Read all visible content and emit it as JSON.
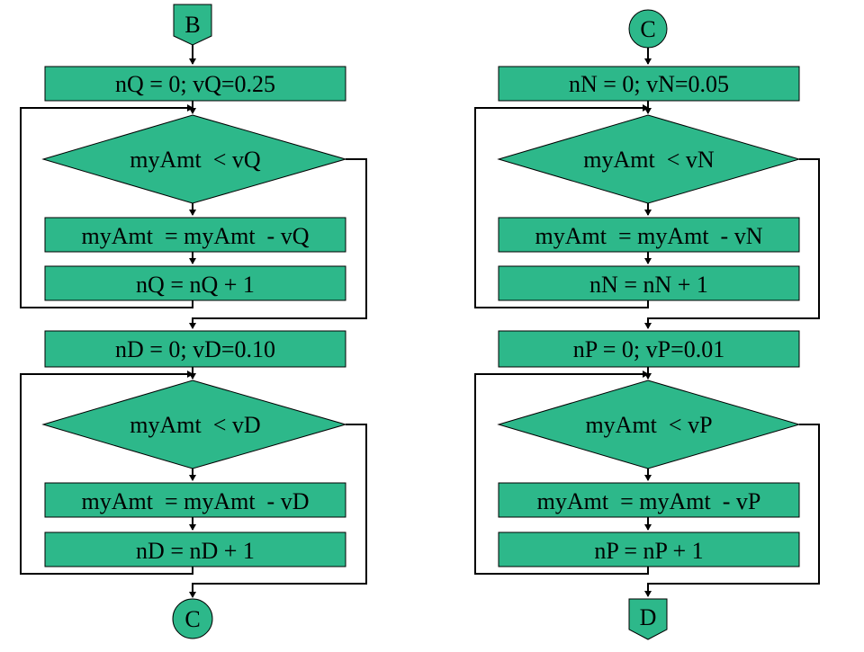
{
  "colors": {
    "fill": "#2DB88A",
    "stroke": "#000000",
    "text": "#000000",
    "background": "#FFFFFF"
  },
  "connectors": {
    "left_top": "B",
    "left_bottom": "C",
    "right_top": "C",
    "right_bottom": "D"
  },
  "left": {
    "quarters": {
      "init": "nQ = 0; vQ=0.25",
      "condition": "myAmt  < vQ",
      "subtract": "myAmt  = myAmt  - vQ",
      "increment": "nQ = nQ + 1"
    },
    "dimes": {
      "init": "nD = 0; vD=0.10",
      "condition": "myAmt  < vD",
      "subtract": "myAmt  = myAmt  - vD",
      "increment": "nD = nD + 1"
    }
  },
  "right": {
    "nickels": {
      "init": "nN = 0; vN=0.05",
      "condition": "myAmt  < vN",
      "subtract": "myAmt  = myAmt  - vN",
      "increment": "nN = nN + 1"
    },
    "pennies": {
      "init": "nP = 0; vP=0.01",
      "condition": "myAmt  < vP",
      "subtract": "myAmt  = myAmt  - vP",
      "increment": "nP = nP + 1"
    }
  }
}
